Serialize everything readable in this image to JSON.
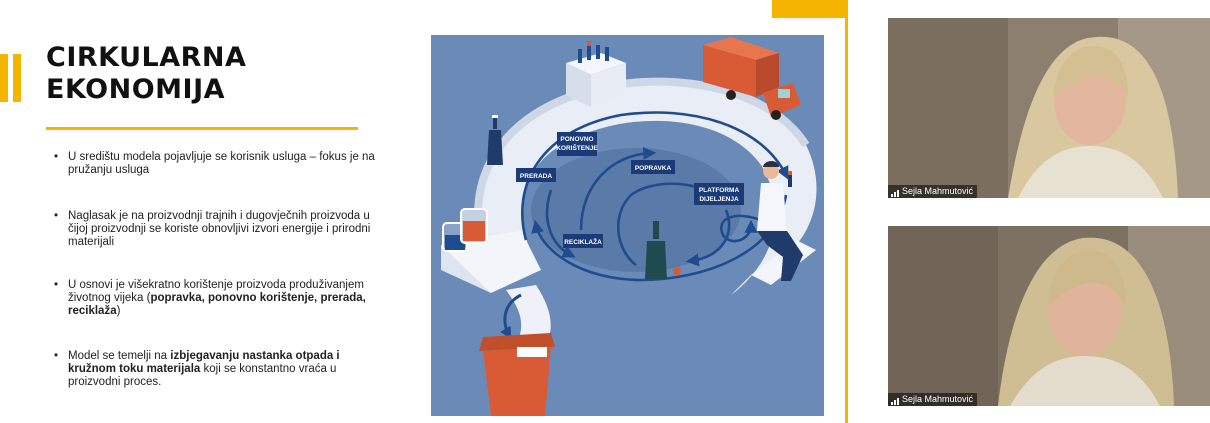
{
  "slide": {
    "title_line1": "CIRKULARNA",
    "title_line2": "EKONOMIJA",
    "bullets": [
      {
        "text": "U središtu modela pojavljuje se korisnik usluga – fokus je na pružanju usluga"
      },
      {
        "text": "Naglasak je na proizvodnji trajnih i dugovječnih proizvoda u čijoj proizvodnji se koriste obnovljivi izvori energije i prirodni materijali"
      },
      {
        "pre": "U osnovi je višekratno korištenje proizvoda produživanjem životnog vijeka (",
        "bold": "popravka, ponovno korištenje, prerada, reciklaža",
        "post": ")"
      },
      {
        "pre": "Model se temelji na ",
        "bold": "izbjegavanju nastanka otpada i kružnom toku materijala",
        "post": " koji se konstantno vraća u proizvodni proces."
      }
    ],
    "diagram_labels": {
      "ponovno_line1": "PONOVNO",
      "ponovno_line2": "KORIŠTENJE",
      "prerada": "PRERADA",
      "popravka": "POPRAVKA",
      "platforma_line1": "PLATFORMA",
      "platforma_line2": "DIJELJENJA",
      "reciklaza": "RECIKLAŽA"
    }
  },
  "participants": [
    {
      "name": "Sejla Mahmutović"
    },
    {
      "name": "Sejla Mahmutović"
    }
  ],
  "colors": {
    "accent": "#f4b400",
    "diagram_bg": "#6a8bb7",
    "label_bg": "#1a3b78",
    "arrow": "#1f4b8f",
    "truck": "#d95b36"
  }
}
